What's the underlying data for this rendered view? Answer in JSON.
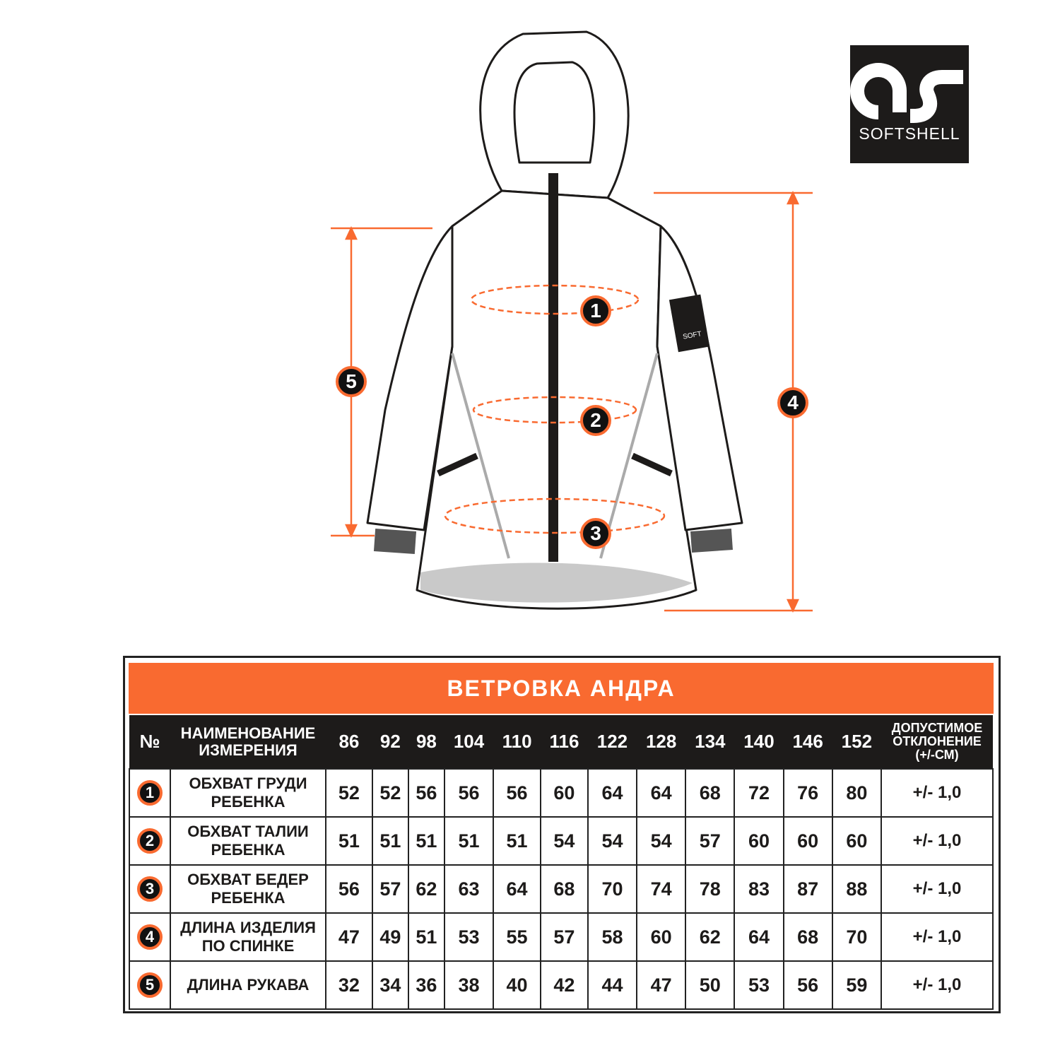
{
  "logo": {
    "text": "SOFTSHELL"
  },
  "sleeve_patch": {
    "text": "SOFT"
  },
  "markers": [
    "1",
    "2",
    "3",
    "4",
    "5"
  ],
  "table": {
    "title": "ВЕТРОВКА АНДРА",
    "headers": {
      "num": "№",
      "name": "НАИМЕНОВАНИЕ ИЗМЕРЕНИЯ",
      "sizes": [
        "86",
        "92",
        "98",
        "104",
        "110",
        "116",
        "122",
        "128",
        "134",
        "140",
        "146",
        "152"
      ],
      "tolerance": "ДОПУСТИМОЕ ОТКЛОНЕНИЕ (+/-СМ)"
    },
    "rows": [
      {
        "num": "1",
        "name": "ОБХВАТ ГРУДИ РЕБЕНКА",
        "values": [
          "52",
          "52",
          "56",
          "56",
          "56",
          "60",
          "64",
          "64",
          "68",
          "72",
          "76",
          "80"
        ],
        "tolerance": "+/- 1,0"
      },
      {
        "num": "2",
        "name": "ОБХВАТ ТАЛИИ РЕБЕНКА",
        "values": [
          "51",
          "51",
          "51",
          "51",
          "51",
          "54",
          "54",
          "54",
          "57",
          "60",
          "60",
          "60"
        ],
        "tolerance": "+/- 1,0"
      },
      {
        "num": "3",
        "name": "ОБХВАТ БЕДЕР РЕБЕНКА",
        "values": [
          "56",
          "57",
          "62",
          "63",
          "64",
          "68",
          "70",
          "74",
          "78",
          "83",
          "87",
          "88"
        ],
        "tolerance": "+/- 1,0"
      },
      {
        "num": "4",
        "name": "ДЛИНА ИЗДЕЛИЯ ПО СПИНКЕ",
        "values": [
          "47",
          "49",
          "51",
          "53",
          "55",
          "57",
          "58",
          "60",
          "62",
          "64",
          "68",
          "70"
        ],
        "tolerance": "+/- 1,0"
      },
      {
        "num": "5",
        "name": "ДЛИНА РУКАВА",
        "values": [
          "32",
          "34",
          "36",
          "38",
          "40",
          "42",
          "44",
          "47",
          "50",
          "53",
          "56",
          "59"
        ],
        "tolerance": "+/- 1,0"
      }
    ]
  },
  "colors": {
    "accent": "#f96a30",
    "dark": "#1d1b1a"
  }
}
